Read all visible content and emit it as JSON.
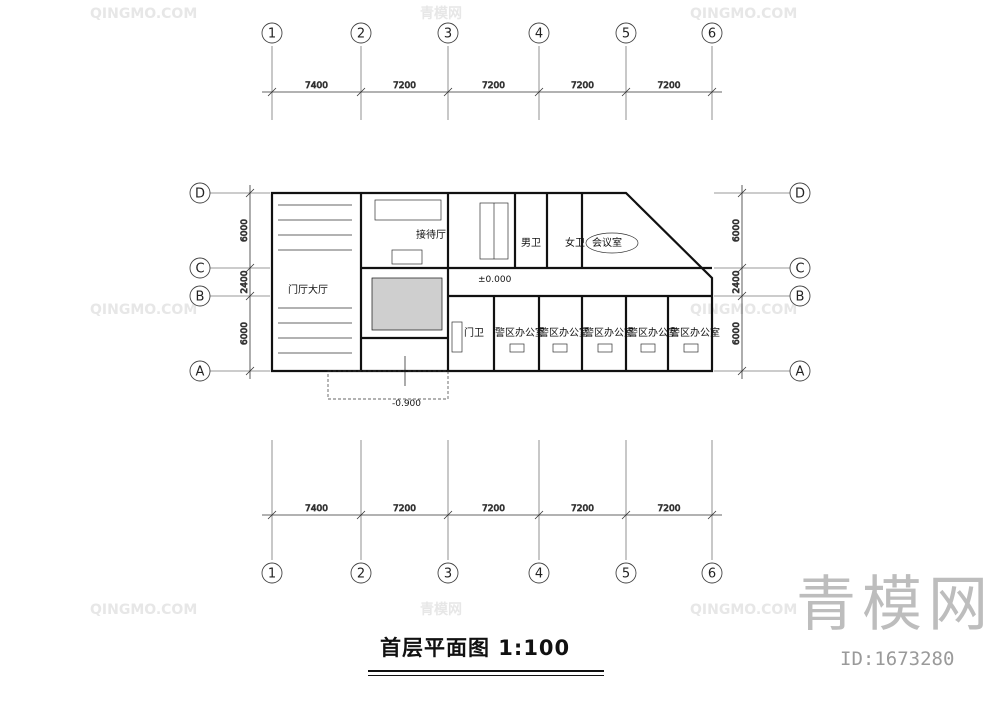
{
  "drawing": {
    "title": "首层平面图  1:100",
    "logo": "青模网",
    "asset_id": "ID:1673280"
  },
  "axes": {
    "column_labels": [
      "1",
      "2",
      "3",
      "4",
      "5",
      "6"
    ],
    "row_labels": [
      "D",
      "C",
      "B",
      "A"
    ],
    "column_spacings": [
      "7400",
      "7200",
      "7200",
      "7200",
      "7200"
    ],
    "row_spacings": [
      "6000",
      "2400",
      "6000"
    ]
  },
  "rooms": {
    "lobby": "门厅大厅",
    "reception": "接待厅",
    "mens_toilet": "男卫",
    "womens_toilet": "女卫",
    "meeting_room": "会议室",
    "guard_room": "门卫",
    "office": "警区办公室"
  },
  "levels": {
    "floor": "±0.000",
    "entrance": "-0.900"
  },
  "watermarks": [
    "QINGMO.COM",
    "青模网"
  ]
}
